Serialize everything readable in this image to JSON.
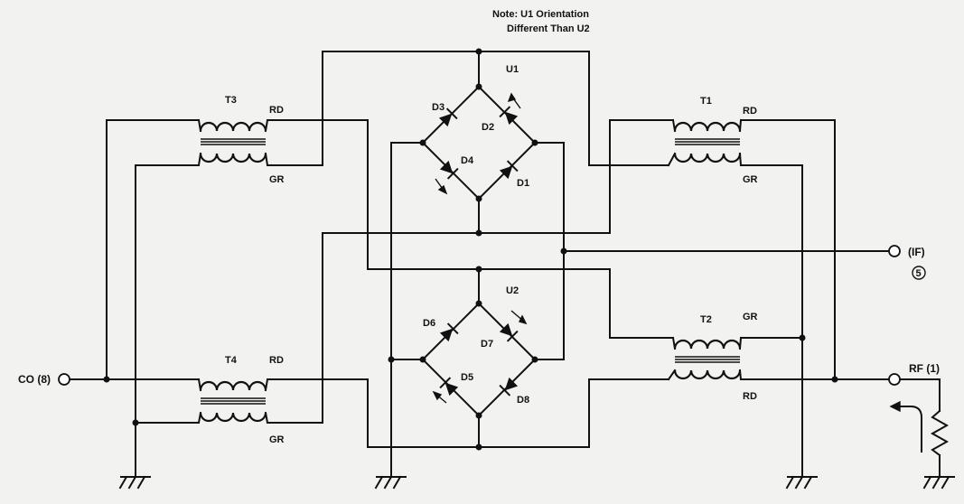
{
  "note": {
    "line1": "Note: U1 Orientation",
    "line2": "Different Than U2"
  },
  "bridges": {
    "u1": "U1",
    "u2": "U2"
  },
  "diodes": {
    "d1": "D1",
    "d2": "D2",
    "d3": "D3",
    "d4": "D4",
    "d5": "D5",
    "d6": "D6",
    "d7": "D7",
    "d8": "D8"
  },
  "transformers": {
    "t1": "T1",
    "t2": "T2",
    "t3": "T3",
    "t4": "T4"
  },
  "winding_labels": {
    "t3_rd": "RD",
    "t3_gr": "GR",
    "t1_rd": "RD",
    "t1_gr": "GR",
    "t4_rd": "RD",
    "t4_gr": "GR",
    "t2_gr": "GR",
    "t2_rd": "RD"
  },
  "ports": {
    "lo": "CO (8)",
    "if": "(IF)",
    "if_pin": "5",
    "rf": "RF (1)"
  }
}
